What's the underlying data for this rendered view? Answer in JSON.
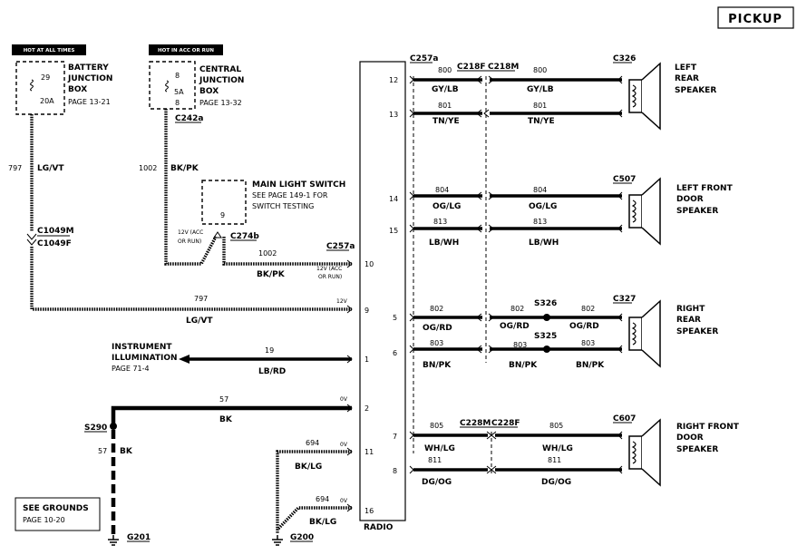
{
  "header": {
    "title": "PICKUP"
  },
  "sources": {
    "hot_at_all_times": "HOT AT ALL TIMES",
    "hot_in_acc_or_run": "HOT IN ACC OR RUN",
    "battery_box": {
      "line1": "BATTERY",
      "line2": "JUNCTION",
      "line3": "BOX",
      "page": "PAGE 13-21",
      "fuse_num": "29",
      "fuse_amp": "20A"
    },
    "central_box": {
      "line1": "CENTRAL",
      "line2": "JUNCTION",
      "line3": "BOX",
      "page": "PAGE 13-32",
      "fuse_top": "8",
      "fuse_amp": "5A",
      "fuse_bot": "8"
    }
  },
  "connectors": {
    "c242a": "C242a",
    "c1049m": "C1049M",
    "c1049f": "C1049F",
    "c274b": "C274b",
    "c257a_mid": "C257a",
    "c257a_right": "C257a",
    "c218f": "C218F",
    "c218m": "C218M",
    "c228m": "C228M",
    "c228f": "C228F",
    "c326": "C326",
    "c507": "C507",
    "c327": "C327",
    "c607": "C607",
    "s326": "S326",
    "s325": "S325",
    "s290": "S290",
    "g201": "G201",
    "g200": "G200"
  },
  "wires": {
    "w797_left_num": "797",
    "w797_left_color": "LG/VT",
    "w1002_left_num": "1002",
    "w1002_left_color": "BK/PK",
    "w1002_right_num": "1002",
    "w1002_right_color": "BK/PK",
    "w797_mid_num": "797",
    "w797_mid_color": "LG/VT",
    "w19_num": "19",
    "w19_color": "LB/RD",
    "w57_num": "57",
    "w57_color": "BK",
    "w57_down_num": "57",
    "w57_down_color": "BK",
    "w694a_num": "694",
    "w694a_color": "BK/LG",
    "w694b_num": "694",
    "w694b_color": "BK/LG",
    "r800a_num": "800",
    "r800a_color": "GY/LB",
    "r800b_num": "800",
    "r800b_color": "GY/LB",
    "r801a_num": "801",
    "r801a_color": "TN/YE",
    "r801b_num": "801",
    "r801b_color": "TN/YE",
    "r804a_num": "804",
    "r804a_color": "OG/LG",
    "r804b_num": "804",
    "r804b_color": "OG/LG",
    "r813a_num": "813",
    "r813a_color": "LB/WH",
    "r813b_num": "813",
    "r813b_color": "LB/WH",
    "r802a_num": "802",
    "r802a_color": "OG/RD",
    "r802b_num": "802",
    "r802b_color": "OG/RD",
    "r802c_num": "802",
    "r802c_color": "OG/RD",
    "r803a_num": "803",
    "r803a_color": "BN/PK",
    "r803b_num": "803",
    "r803b_color": "BN/PK",
    "r803c_num": "803",
    "r803c_color": "BN/PK",
    "r805a_num": "805",
    "r805a_color": "WH/LG",
    "r805b_num": "805",
    "r805b_color": "WH/LG",
    "r811a_num": "811",
    "r811a_color": "DG/OG",
    "r811b_num": "811",
    "r811b_color": "DG/OG"
  },
  "switch": {
    "line1": "MAIN LIGHT SWITCH",
    "line2": "SEE PAGE 149-1 FOR",
    "line3": "SWITCH TESTING",
    "pin": "9",
    "acc_l1": "12V (ACC",
    "acc_l2": "OR RUN)"
  },
  "radio": {
    "label": "RADIO",
    "pins": {
      "p10": "10",
      "p9": "9",
      "p1": "1",
      "p2": "2",
      "p11": "11",
      "p16": "16",
      "p12": "12",
      "p13": "13",
      "p14": "14",
      "p15": "15",
      "p5": "5",
      "p6": "6",
      "p7": "7",
      "p8": "8"
    },
    "acc_l1": "12V (ACC",
    "acc_l2": "OR RUN)",
    "v12": "12V",
    "v0a": "0V",
    "v0b": "0V",
    "v0c": "0V"
  },
  "instrument": {
    "line1": "INSTRUMENT",
    "line2": "ILLUMINATION",
    "page": "PAGE 71-4"
  },
  "speakers": {
    "lr": {
      "line1": "LEFT",
      "line2": "REAR",
      "line3": "SPEAKER"
    },
    "lf": {
      "line1": "LEFT FRONT",
      "line2": "DOOR",
      "line3": "SPEAKER"
    },
    "rr": {
      "line1": "RIGHT",
      "line2": "REAR",
      "line3": "SPEAKER"
    },
    "rf": {
      "line1": "RIGHT FRONT",
      "line2": "DOOR",
      "line3": "SPEAKER"
    }
  },
  "grounds_box": {
    "line1": "SEE GROUNDS",
    "line2": "PAGE 10-20"
  }
}
